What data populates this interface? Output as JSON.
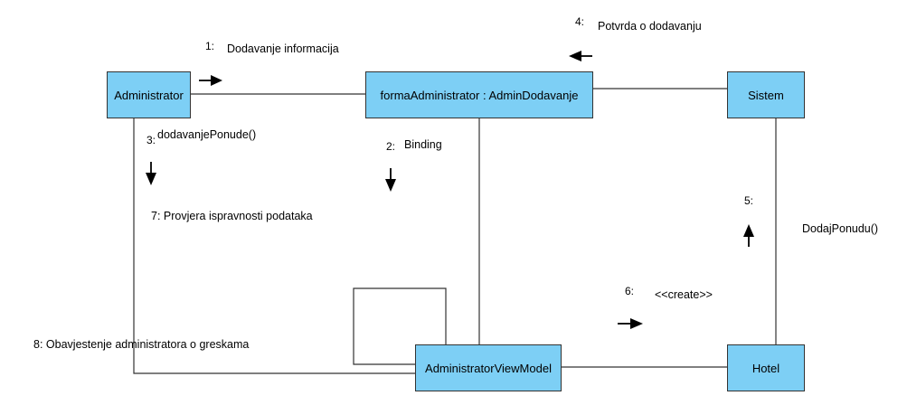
{
  "objects": {
    "administrator": "Administrator",
    "forma": "formaAdministrator : AdminDodavanje",
    "sistem": "Sistem",
    "viewmodel": "AdministratorViewModel",
    "hotel": "Hotel"
  },
  "messages": [
    {
      "num": "1:",
      "text": "Dodavanje informacija",
      "direction": "right"
    },
    {
      "num": "2:",
      "text": "Binding",
      "direction": "down"
    },
    {
      "num": "3:",
      "text": "dodavanjePonude()",
      "direction": "down"
    },
    {
      "num": "4:",
      "text": "Potvrda o dodavanju",
      "direction": "left"
    },
    {
      "num": "5:",
      "text": "DodajPonudu()",
      "direction": "up"
    },
    {
      "num": "6:",
      "text": "<<create>>",
      "direction": "right"
    },
    {
      "num": "7:",
      "text": "Provjera ispravnosti podataka",
      "direction": "none"
    },
    {
      "num": "8:",
      "text": "Obavjestenje administratora o greskama",
      "direction": "none"
    }
  ],
  "colors": {
    "object_fill": "#7dcff5",
    "line": "#333333",
    "arrow": "#000000"
  }
}
